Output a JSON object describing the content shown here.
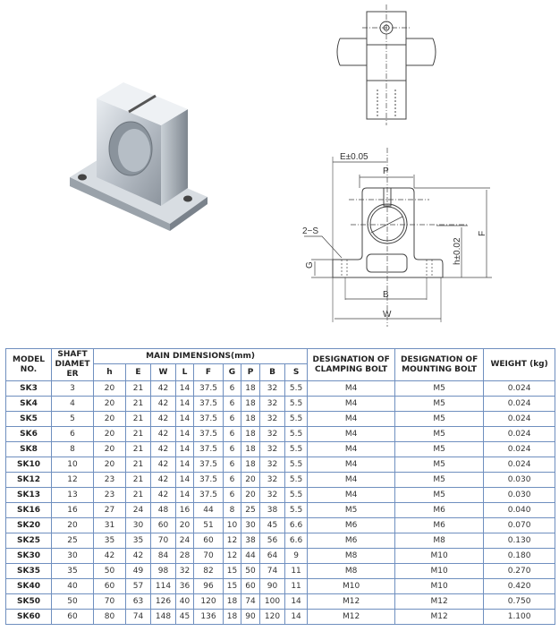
{
  "drawing": {
    "labels": {
      "E": "E±0.05",
      "P": "P",
      "S": "2−S",
      "G": "G",
      "h": "h±0.02",
      "F": "F",
      "B": "B",
      "W": "W"
    }
  },
  "table": {
    "headers": {
      "model": "MODEL NO.",
      "shaft": "SHAFT DIAMET ER",
      "main": "MAIN DIMENSIONS(mm)",
      "clamping": "DESIGNATION OF CLAMPING BOLT",
      "mounting": "DESIGNATION OF MOUNTING BOLT",
      "weight": "WEIGHT (kg)"
    },
    "dim_columns": [
      "h",
      "E",
      "W",
      "L",
      "F",
      "G",
      "P",
      "B",
      "S"
    ],
    "rows": [
      [
        "SK3",
        "3",
        "20",
        "21",
        "42",
        "14",
        "37.5",
        "6",
        "18",
        "32",
        "5.5",
        "M4",
        "M5",
        "0.024"
      ],
      [
        "SK4",
        "4",
        "20",
        "21",
        "42",
        "14",
        "37.5",
        "6",
        "18",
        "32",
        "5.5",
        "M4",
        "M5",
        "0.024"
      ],
      [
        "SK5",
        "5",
        "20",
        "21",
        "42",
        "14",
        "37.5",
        "6",
        "18",
        "32",
        "5.5",
        "M4",
        "M5",
        "0.024"
      ],
      [
        "SK6",
        "6",
        "20",
        "21",
        "42",
        "14",
        "37.5",
        "6",
        "18",
        "32",
        "5.5",
        "M4",
        "M5",
        "0.024"
      ],
      [
        "SK8",
        "8",
        "20",
        "21",
        "42",
        "14",
        "37.5",
        "6",
        "18",
        "32",
        "5.5",
        "M4",
        "M5",
        "0.024"
      ],
      [
        "SK10",
        "10",
        "20",
        "21",
        "42",
        "14",
        "37.5",
        "6",
        "18",
        "32",
        "5.5",
        "M4",
        "M5",
        "0.024"
      ],
      [
        "SK12",
        "12",
        "23",
        "21",
        "42",
        "14",
        "37.5",
        "6",
        "20",
        "32",
        "5.5",
        "M4",
        "M5",
        "0.030"
      ],
      [
        "SK13",
        "13",
        "23",
        "21",
        "42",
        "14",
        "37.5",
        "6",
        "20",
        "32",
        "5.5",
        "M4",
        "M5",
        "0.030"
      ],
      [
        "SK16",
        "16",
        "27",
        "24",
        "48",
        "16",
        "44",
        "8",
        "25",
        "38",
        "5.5",
        "M5",
        "M6",
        "0.040"
      ],
      [
        "SK20",
        "20",
        "31",
        "30",
        "60",
        "20",
        "51",
        "10",
        "30",
        "45",
        "6.6",
        "M6",
        "M6",
        "0.070"
      ],
      [
        "SK25",
        "25",
        "35",
        "35",
        "70",
        "24",
        "60",
        "12",
        "38",
        "56",
        "6.6",
        "M6",
        "M8",
        "0.130"
      ],
      [
        "SK30",
        "30",
        "42",
        "42",
        "84",
        "28",
        "70",
        "12",
        "44",
        "64",
        "9",
        "M8",
        "M10",
        "0.180"
      ],
      [
        "SK35",
        "35",
        "50",
        "49",
        "98",
        "32",
        "82",
        "15",
        "50",
        "74",
        "11",
        "M8",
        "M10",
        "0.270"
      ],
      [
        "SK40",
        "40",
        "60",
        "57",
        "114",
        "36",
        "96",
        "15",
        "60",
        "90",
        "11",
        "M10",
        "M10",
        "0.420"
      ],
      [
        "SK50",
        "50",
        "70",
        "63",
        "126",
        "40",
        "120",
        "18",
        "74",
        "100",
        "14",
        "M12",
        "M12",
        "0.750"
      ],
      [
        "SK60",
        "60",
        "80",
        "74",
        "148",
        "45",
        "136",
        "18",
        "90",
        "120",
        "14",
        "M12",
        "M12",
        "1.100"
      ]
    ]
  }
}
